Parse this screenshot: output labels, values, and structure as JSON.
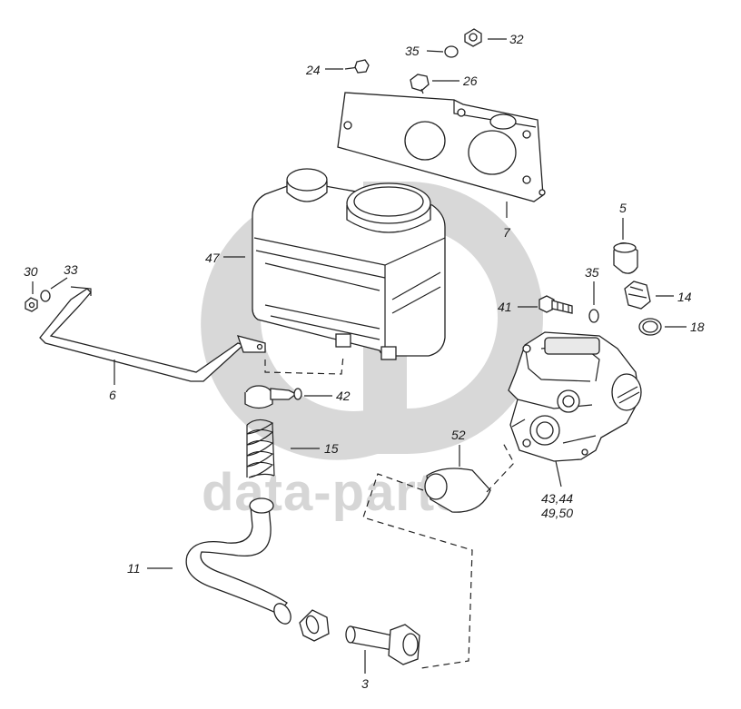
{
  "watermark": {
    "text": "data-parts"
  },
  "callouts": {
    "c3": "3",
    "c5": "5",
    "c6": "6",
    "c7": "7",
    "c11": "11",
    "c14": "14",
    "c15": "15",
    "c18": "18",
    "c24": "24",
    "c26": "26",
    "c30": "30",
    "c32": "32",
    "c33": "33",
    "c35a": "35",
    "c35b": "35",
    "c41": "41",
    "c42": "42",
    "c47": "47",
    "c52": "52",
    "c43_44": "43,44",
    "c49_50": "49,50"
  }
}
